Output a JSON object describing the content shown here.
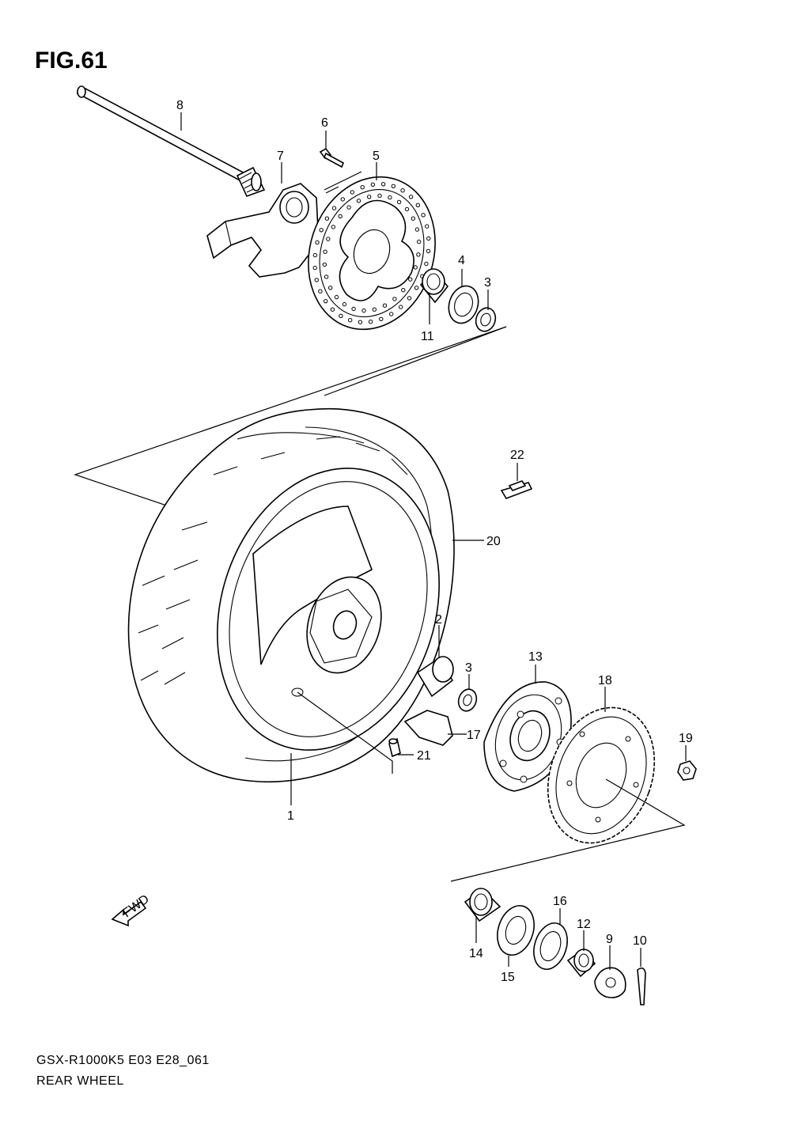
{
  "figure_title": "FIG.61",
  "footer": {
    "model_code": "GSX-R1000K5  E03  E28_061",
    "section_name": "REAR WHEEL"
  },
  "fwd_label": "FWD",
  "callouts": {
    "p1": "1",
    "p2": "2",
    "p3a": "3",
    "p3b": "3",
    "p4": "4",
    "p5": "5",
    "p6": "6",
    "p7": "7",
    "p8": "8",
    "p9": "9",
    "p10": "10",
    "p11": "11",
    "p12": "12",
    "p13": "13",
    "p14": "14",
    "p15": "15",
    "p16": "16",
    "p17": "17",
    "p18": "18",
    "p19": "19",
    "p20": "20",
    "p21": "21",
    "p22": "22"
  }
}
